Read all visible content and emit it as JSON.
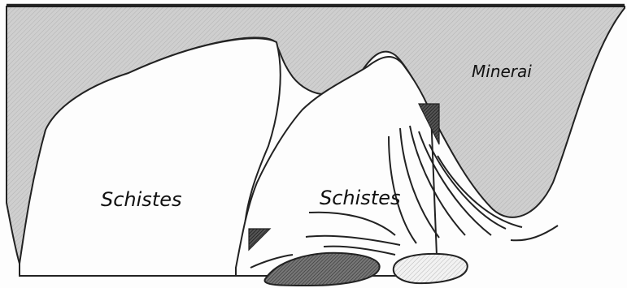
{
  "labels": {
    "ore": "Minerai",
    "schist_left": "Schistes",
    "schist_right": "Schistes"
  },
  "colors": {
    "ore_fill": "#c9c9c9",
    "line": "#222222",
    "boulder_dark": "#7a7a7a",
    "boulder_light": "#e6e6e6",
    "background": "#fdfdfd"
  }
}
